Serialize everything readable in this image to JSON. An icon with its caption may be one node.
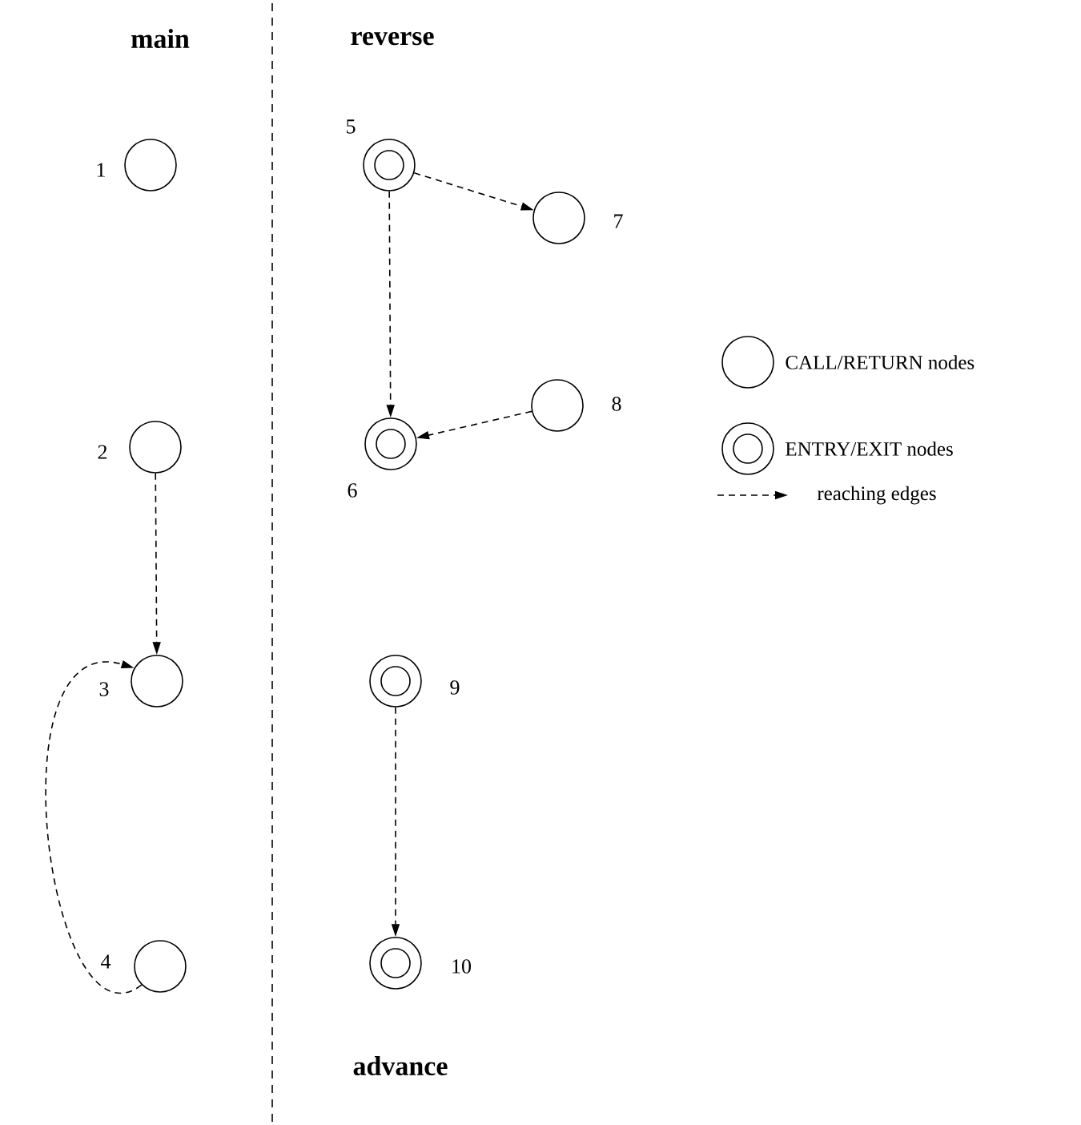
{
  "diagram": {
    "nodes": [
      {
        "text": [],
        "shape": "circle",
        "beside": [
          "1"
        ]
      },
      {
        "text": [],
        "shape": "circle",
        "beside": [
          "2"
        ]
      },
      {
        "text": [],
        "shape": "circle",
        "beside": [
          "3"
        ]
      },
      {
        "text": [],
        "shape": "circle",
        "beside": [
          "4"
        ]
      },
      {
        "text": [],
        "shape": "double-circle",
        "beside": [
          "5"
        ]
      },
      {
        "text": [],
        "shape": "double-circle",
        "beside": [
          "6"
        ]
      },
      {
        "text": [],
        "shape": "circle",
        "beside": [
          "7"
        ]
      },
      {
        "text": [],
        "shape": "circle",
        "beside": [
          "8"
        ]
      },
      {
        "text": [],
        "shape": "double-circle",
        "beside": [
          "9"
        ]
      },
      {
        "text": [],
        "shape": "double-circle",
        "beside": [
          "10"
        ]
      }
    ],
    "edges": [
      {
        "from": 1,
        "to": 2,
        "arrow": "to",
        "style": "dashed"
      },
      {
        "from": 3,
        "to": 2,
        "arrow": "to",
        "style": "dashed"
      },
      {
        "from": 4,
        "to": 6,
        "arrow": "to",
        "style": "dashed"
      },
      {
        "from": 4,
        "to": 5,
        "arrow": "to",
        "style": "dashed"
      },
      {
        "from": 7,
        "to": 5,
        "arrow": "to",
        "style": "dashed"
      },
      {
        "from": 8,
        "to": 9,
        "arrow": "to",
        "style": "dashed"
      }
    ],
    "labels": [
      "main",
      "reverse",
      "advance"
    ],
    "legend": [
      {
        "text": "CALL/RETURN nodes"
      },
      {
        "text": "ENTRY/EXIT nodes"
      },
      {
        "text": "reaching edges"
      }
    ]
  }
}
